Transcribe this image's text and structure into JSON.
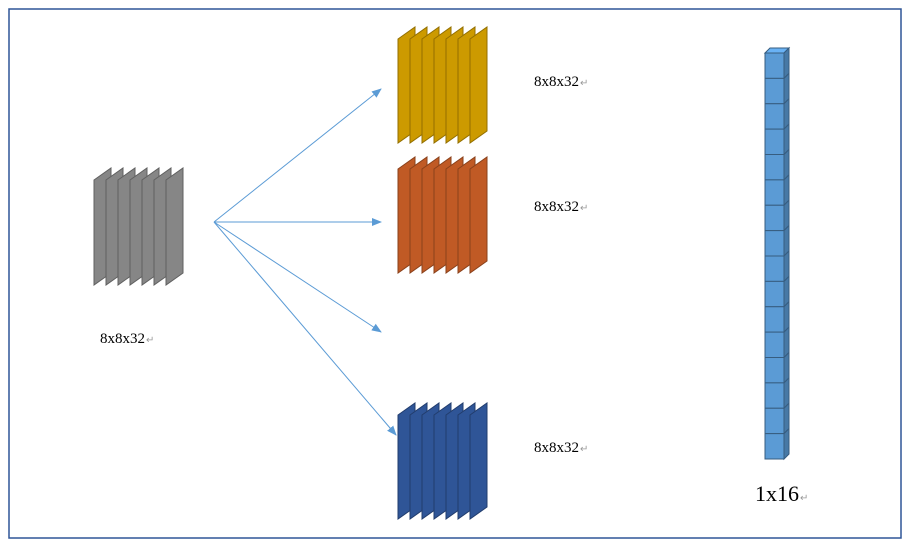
{
  "diagram": {
    "input": {
      "label": "8x8x32",
      "color": "#868686",
      "slices": 7
    },
    "outputs": [
      {
        "label": "8x8x32",
        "color": "#cc9a00",
        "slices": 7
      },
      {
        "label": "8x8x32",
        "color": "#c05a25",
        "slices": 7
      },
      {
        "label": "8x8x32",
        "color": "#2f5597",
        "slices": 7
      }
    ],
    "vector": {
      "label": "1x16",
      "color": "#5b9bd5",
      "cells": 16
    },
    "colors": {
      "border": "#2f5597",
      "arrow": "#5b9bd5",
      "return_mark": "#9a9a9a"
    },
    "return_mark": "↵"
  }
}
